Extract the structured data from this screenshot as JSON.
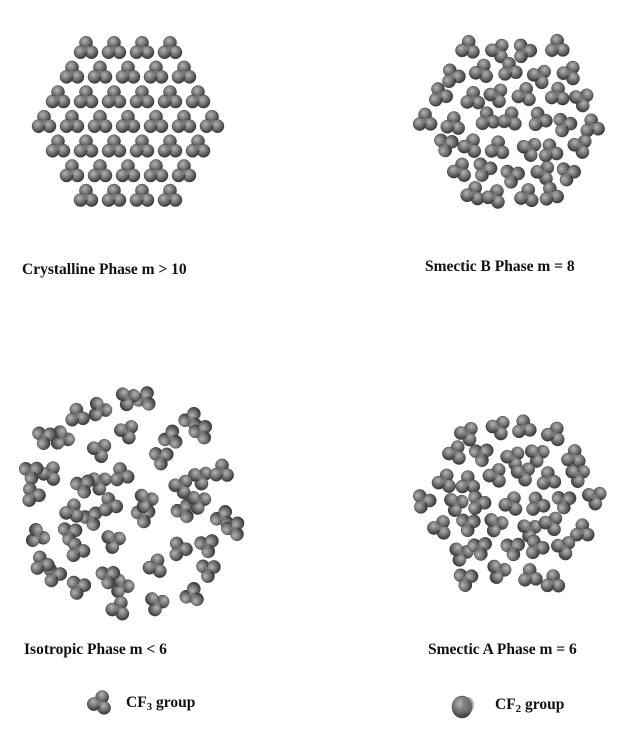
{
  "panels": [
    {
      "id": "crystalline",
      "caption": "Crystalline Phase m > 10",
      "arrangement": "ordered"
    },
    {
      "id": "smectic-b",
      "caption": "Smectic B Phase m = 8",
      "arrangement": "slightly-disordered"
    },
    {
      "id": "isotropic",
      "caption": "Isotropic Phase m < 6",
      "arrangement": "disordered"
    },
    {
      "id": "smectic-a",
      "caption": "Smectic A Phase m = 6",
      "arrangement": "moderately-disordered"
    }
  ],
  "legend": {
    "cf3": {
      "prefix": "CF",
      "subscript": "3",
      "suffix": " group",
      "icon": "cf3-group-icon"
    },
    "cf2": {
      "prefix": "CF",
      "subscript": "2",
      "suffix": " group",
      "icon": "cf2-group-icon"
    }
  },
  "colors": {
    "sphere_light": "#a8a8a8",
    "sphere_dark": "#3a3a3a",
    "text": "#111111"
  }
}
